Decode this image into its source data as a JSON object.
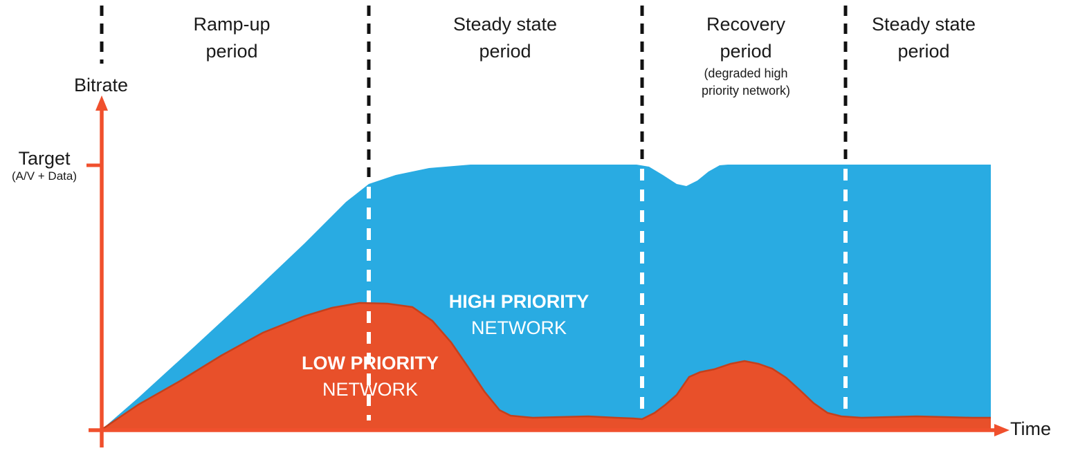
{
  "colors": {
    "blue": "#29ABE2",
    "orange": "#E8502A",
    "orange_edge": "#C4401C",
    "axis": "#F0502D",
    "black": "#111111",
    "white": "#FFFFFF"
  },
  "axes": {
    "y_label": "Bitrate",
    "x_label": "Time",
    "target": "Target",
    "target_note": "(A/V + Data)"
  },
  "periods": [
    {
      "title": "Ramp-up\nperiod",
      "subtitle": ""
    },
    {
      "title": "Steady state\nperiod",
      "subtitle": ""
    },
    {
      "title": "Recovery\nperiod",
      "subtitle": "(degraded high\npriority network)"
    },
    {
      "title": "Steady state\nperiod",
      "subtitle": ""
    }
  ],
  "regions": {
    "high_priority": {
      "line1": "HIGH PRIORITY",
      "line2": "NETWORK"
    },
    "low_priority": {
      "line1": "LOW PRIORITY",
      "line2": "NETWORK"
    }
  }
}
